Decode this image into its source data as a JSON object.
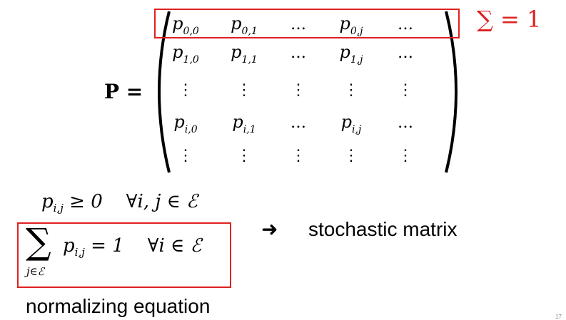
{
  "matrix": {
    "lhs": "P =",
    "rows": [
      [
        {
          "b": "p",
          "s": "0,0"
        },
        {
          "b": "p",
          "s": "0,1"
        },
        {
          "b": "…",
          "s": ""
        },
        {
          "b": "p",
          "s": "0,j"
        },
        {
          "b": "…",
          "s": ""
        }
      ],
      [
        {
          "b": "p",
          "s": "1,0"
        },
        {
          "b": "p",
          "s": "1,1"
        },
        {
          "b": "…",
          "s": ""
        },
        {
          "b": "p",
          "s": "1,j"
        },
        {
          "b": "…",
          "s": ""
        }
      ],
      [
        {
          "b": "⋮",
          "s": ""
        },
        {
          "b": "⋮",
          "s": ""
        },
        {
          "b": "⋮",
          "s": ""
        },
        {
          "b": "⋮",
          "s": ""
        },
        {
          "b": "⋮",
          "s": ""
        }
      ],
      [
        {
          "b": "p",
          "s": "i,0"
        },
        {
          "b": "p",
          "s": "i,1"
        },
        {
          "b": "…",
          "s": ""
        },
        {
          "b": "p",
          "s": "i,j"
        },
        {
          "b": "…",
          "s": ""
        }
      ],
      [
        {
          "b": "⋮",
          "s": ""
        },
        {
          "b": "⋮",
          "s": ""
        },
        {
          "b": "⋮",
          "s": ""
        },
        {
          "b": "⋮",
          "s": ""
        },
        {
          "b": "⋮",
          "s": ""
        }
      ]
    ],
    "row_sum_annotation": "∑ = 1"
  },
  "constraints": {
    "nonneg": {
      "lhs": "p",
      "sub": "i,j",
      "rest": " ≥ 0    ∀i, j ∈ ℰ"
    },
    "sum_symbol": "∑",
    "sum_index": "j∈ℰ",
    "sum_body_p": "p",
    "sum_body_sub": "i,j",
    "sum_rest": " = 1    ∀i ∈ ℰ"
  },
  "arrow": "➜",
  "label_stochastic": "stochastic matrix",
  "label_normalizing": "normalizing equation",
  "page_number": "17",
  "colors": {
    "highlight": "#e02020",
    "text": "#000000"
  }
}
